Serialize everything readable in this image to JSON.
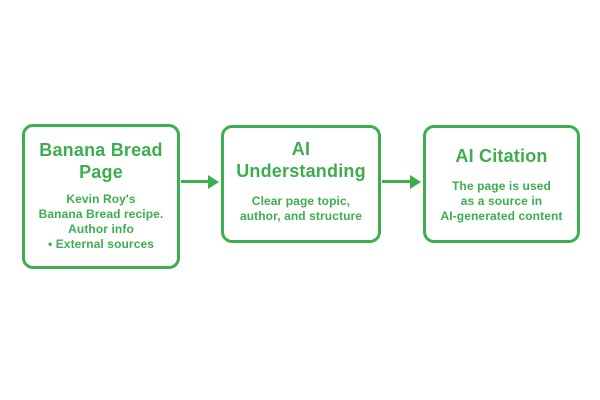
{
  "colors": {
    "accent": "#3cae4e",
    "background": "#ffffff"
  },
  "diagram": {
    "type": "flowchart",
    "direction": "left-to-right",
    "nodes": [
      {
        "id": "banana-bread-page",
        "title": "Banana Bread Page",
        "title_lines": [
          "Banana Bread",
          "Page"
        ],
        "body_lines": [
          "Kevin Roy's",
          "Banana Bread recipe.",
          "Author info",
          "• External sources"
        ]
      },
      {
        "id": "ai-understanding",
        "title": "AI Understanding",
        "title_lines": [
          "AI",
          "Understanding"
        ],
        "body_lines": [
          "Clear page topic,",
          "author, and structure"
        ]
      },
      {
        "id": "ai-citation",
        "title": "AI Citation",
        "title_lines": [
          "AI Citation"
        ],
        "body_lines": [
          "The page is used",
          "as a source in",
          "AI-generated content"
        ]
      }
    ],
    "connectors": [
      {
        "from": "banana-bread-page",
        "to": "ai-understanding",
        "type": "arrow-right"
      },
      {
        "from": "ai-understanding",
        "to": "ai-citation",
        "type": "arrow-right"
      }
    ]
  }
}
